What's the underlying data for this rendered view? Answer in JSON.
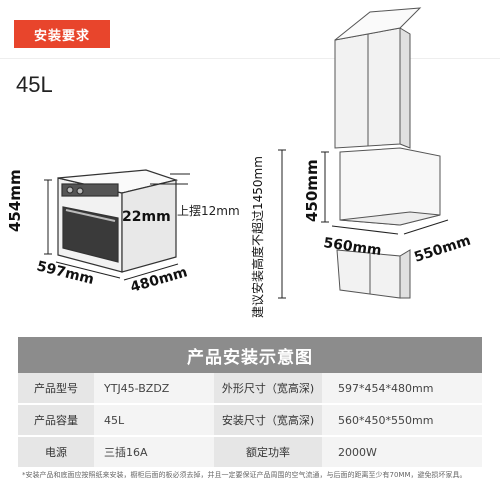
{
  "header": {
    "badge": "安装要求",
    "capacity": "45L"
  },
  "drawing": {
    "oven_height": "454mm",
    "oven_width": "597mm",
    "oven_depth": "480mm",
    "top_gap": "22mm",
    "top_offset": "上摆12mm",
    "cabinet_height_note": "建议安装高度不超过1450mm",
    "cabinet_opening_height": "450mm",
    "cabinet_opening_width": "560mm",
    "cabinet_opening_depth": "550mm"
  },
  "table": {
    "title": "产品安装示意图",
    "rows": [
      {
        "label1": "产品型号",
        "value1": "YTJ45-BZDZ",
        "label2": "外形尺寸（宽高深)",
        "value2": "597*454*480mm"
      },
      {
        "label1": "产品容量",
        "value1": "45L",
        "label2": "安装尺寸（宽高深)",
        "value2": "560*450*550mm"
      },
      {
        "label1": "电源",
        "value1": "三插16A",
        "label2": "额定功率",
        "value2": "2000W"
      }
    ]
  },
  "footnote": "*安装产品和底面应按照纸来安装，橱柜后面的板必须去掉，并且一定要保证产品周围的空气流通，与后面的距离至少有70MM，避免损坏家具。"
}
